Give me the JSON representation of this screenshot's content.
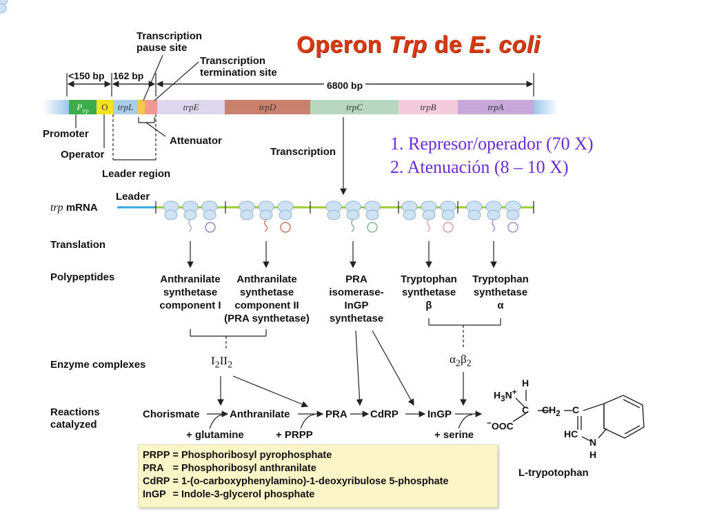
{
  "title": {
    "part1": "Operon ",
    "part2": "Trp",
    "part3": " de ",
    "part4": "E. coli"
  },
  "notes": [
    "1. Represor/operador  (70 X)",
    "2. Atenuación (8 – 10 X)"
  ],
  "dna": {
    "pause_site": "Transcription\npause site",
    "termination_site": "Transcription\ntermination site",
    "bp_150": "<150 bp",
    "bp_162": "162 bp",
    "bp_6800": "6800 bp",
    "promoter": "Promoter",
    "operator": "Operator",
    "attenuator": "Attenuator",
    "leader_region": "Leader region",
    "transcription": "Transcription",
    "genes": {
      "ptrp": "Ptrp",
      "o": "O",
      "trpL": "trpL",
      "trpE": "trpE",
      "trpD": "trpD",
      "trpC": "trpC",
      "trpB": "trpB",
      "trpA": "trpA"
    }
  },
  "mrna": {
    "leader": "Leader",
    "label_italic": "trp",
    "label_rest": " mRNA"
  },
  "rows": {
    "translation": "Translation",
    "polypeptides": "Polypeptides",
    "enzyme_complexes": "Enzyme complexes",
    "reactions": "Reactions\ncatalyzed"
  },
  "polypeptides": [
    "Anthranilate\nsynthetase\ncomponent I",
    "Anthranilate\nsynthetase\ncomponent II\n(PRA synthetase)",
    "PRA\nisomerase-\nInGP\nsynthetase",
    "Tryptophan\nsynthetase\nβ",
    "Tryptophan\nsynthetase\nα"
  ],
  "complexes": {
    "i2ii2": "I2II2",
    "a2b2": "α2β2"
  },
  "reactions": {
    "chorismate": "Chorismate",
    "anthranilate": "Anthranilate",
    "pra": "PRA",
    "cdrp": "CdRP",
    "ingp": "InGP",
    "glutamine": "+ glutamine",
    "prpp": "+ PRPP",
    "serine": "+ serine"
  },
  "product": {
    "name": "L-trypotophan"
  },
  "legend": [
    {
      "abbr": "PRPP",
      "def": "=  Phosphoribosyl pyrophosphate"
    },
    {
      "abbr": "PRA",
      "def": "=  Phosphoribosyl anthranilate"
    },
    {
      "abbr": "CdRP",
      "def": "=  1-(o-carboxyphenylamino)-1-deoxyribulose 5-phosphate"
    },
    {
      "abbr": "InGP",
      "def": "=  Indole-3-glycerol phosphate"
    }
  ],
  "colors": {
    "title": "#d63a12",
    "notes": "#6a2bd4",
    "legend_bg": "#fbf5c8",
    "mrna": "#9acd32",
    "leader": "#33aadd"
  }
}
